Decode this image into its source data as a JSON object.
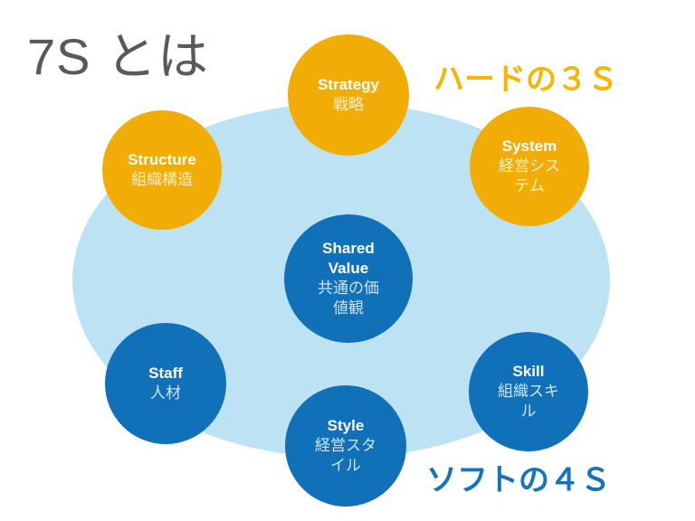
{
  "title": "7S とは",
  "headings": {
    "hard": "ハードの３Ｓ",
    "soft": "ソフトの４Ｓ"
  },
  "colors": {
    "hard_circle": "#F1AD05",
    "soft_circle": "#1071B9",
    "background_ellipse": "#BCE2F3",
    "hard_heading": "#F7B500",
    "soft_heading": "#1574BE",
    "title_text": "#595959"
  },
  "circles": [
    {
      "id": "strategy",
      "group": "hard",
      "en": "Strategy",
      "ja": "戦略"
    },
    {
      "id": "structure",
      "group": "hard",
      "en": "Structure",
      "ja": "組織構造"
    },
    {
      "id": "system",
      "group": "hard",
      "en": "System",
      "ja": "経営システム"
    },
    {
      "id": "shared-value",
      "group": "soft",
      "en": "Shared Value",
      "ja": "共通の価値観"
    },
    {
      "id": "staff",
      "group": "soft",
      "en": "Staff",
      "ja": "人材"
    },
    {
      "id": "style",
      "group": "soft",
      "en": "Style",
      "ja": "経営スタイル"
    },
    {
      "id": "skill",
      "group": "soft",
      "en": "Skill",
      "ja": "組織スキル"
    }
  ]
}
